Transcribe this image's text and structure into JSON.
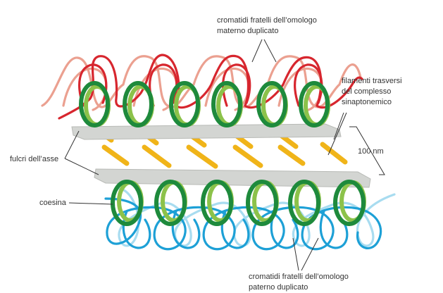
{
  "labels": {
    "maternal_line1": "cromatidi fratelli dell’omologo",
    "maternal_line2": "materno duplicato",
    "transverse_line1": "filamenti trasversi",
    "transverse_line2": "del complesso",
    "transverse_line3": "sinaptonemico",
    "scale": "100 nm",
    "axis": "fulcri dell’asse",
    "cohesin": "coesina",
    "paternal_line1": "cromatidi fratelli dell’omologo",
    "paternal_line2": "paterno duplicato"
  },
  "colors": {
    "maternal_dark": "#d7262e",
    "maternal_light": "#eba090",
    "paternal_dark": "#1da0d6",
    "paternal_light": "#a8dcf0",
    "cohesin_dark": "#1e8a3c",
    "cohesin_light": "#8cc24a",
    "filament": "#f0b419",
    "axis_fill": "#d3d5d2",
    "leader": "#333333"
  }
}
